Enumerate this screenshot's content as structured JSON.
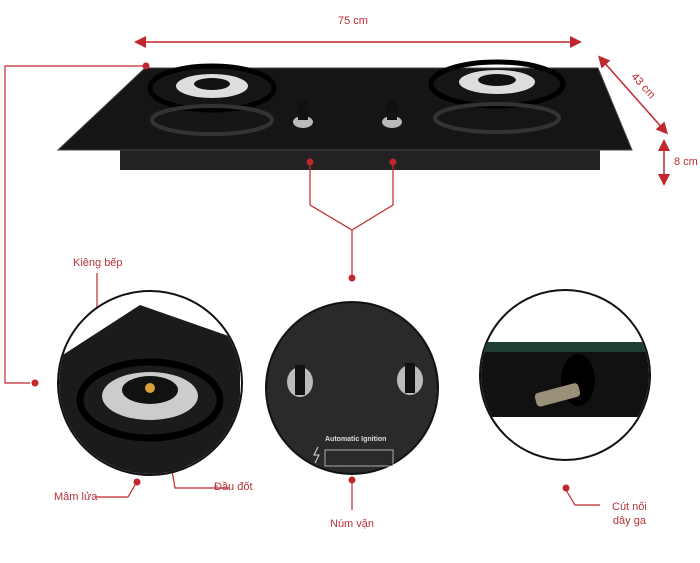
{
  "dimensions": {
    "width": "75 cm",
    "depth": "43 cm",
    "height": "8 cm"
  },
  "labels": {
    "grate": "Kiêng bếp",
    "burner_cap": "Mâm lửa",
    "burner_head": "Đầu đốt",
    "knob": "Núm vặn",
    "gas_connector_line1": "Cút nối",
    "gas_connector_line2": "dây ga"
  },
  "panel_text": {
    "ignition": "Automatic Ignition"
  },
  "colors": {
    "accent": "#c0272d",
    "glass": "#151515",
    "steel": "#c8c8c8"
  }
}
